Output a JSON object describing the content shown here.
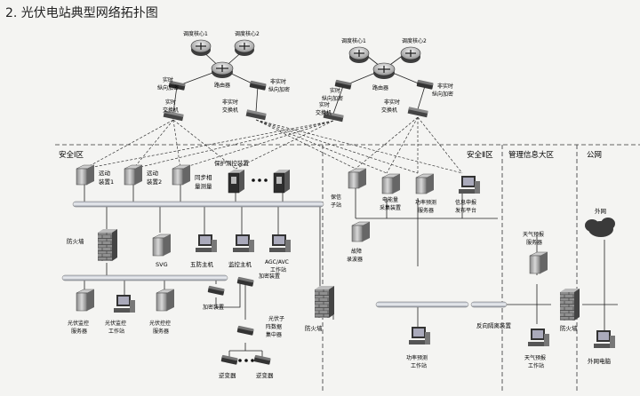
{
  "heading": "2. 光伏电站典型网络拓扑图",
  "zones": {
    "zone1": "安全Ⅰ区",
    "zone2": "安全Ⅱ区",
    "mgmt": "管理信息大区",
    "public": "公网"
  },
  "wan": {
    "left": {
      "core1": "调度核心1",
      "core2": "调度核心2",
      "router": "路由器",
      "rt_enc": [
        "实时",
        "纵向加密"
      ],
      "nrt_enc": [
        "非实时",
        "纵向加密"
      ],
      "rt_switch": [
        "实时",
        "交换机"
      ],
      "nrt_switch": [
        "非实时",
        "交换机"
      ]
    },
    "right": {
      "core1": "调度核心1",
      "core2": "调度核心2",
      "router": "路由器",
      "rt_enc": [
        "实时",
        "纵向加密"
      ],
      "nrt_enc": [
        "非实时",
        "纵向加密"
      ],
      "rt_switch": [
        "实时",
        "交换机"
      ],
      "nrt_switch": [
        "非实时",
        "交换机"
      ]
    }
  },
  "zone1": {
    "telemotion1": [
      "远动",
      "装置1"
    ],
    "telemotion2": [
      "远动",
      "装置2"
    ],
    "pmu": [
      "同步相",
      "量测量"
    ],
    "protection": "保护测控装置",
    "firewall": "防火墙",
    "svg": "SVG",
    "anti_error_host": "五防主机",
    "monitor_host": "监控主机",
    "agc_avc": [
      "AGC/AVC",
      "工作站"
    ],
    "pv_monitor_server": [
      "光伏监控",
      "服务器"
    ],
    "pv_monitor_ws": [
      "光伏监控",
      "工作站"
    ],
    "pv_control_server": [
      "光伏控控",
      "服务器"
    ],
    "encrypt_device": "加密装置",
    "encrypt_device2": "加密装置",
    "array_collector": [
      "光伏子",
      "阵数据",
      "集中器"
    ],
    "inverter1": "逆变器",
    "inverter2": "逆变器"
  },
  "zone2": {
    "relay_info": [
      "保信",
      "子站"
    ],
    "energy_meter": [
      "电能量",
      "采集装置"
    ],
    "power_forecast": [
      "功率预测",
      "服务器"
    ],
    "info_report": [
      "信息申报",
      "发布平台"
    ],
    "fault_recorder": [
      "故障",
      "录波器"
    ],
    "firewall": "防火墙",
    "forecast_ws": [
      "功率预测",
      "工作站"
    ]
  },
  "mgmt": {
    "weather_server": [
      "天气预报",
      "服务器"
    ],
    "weather_ws": [
      "天气预报",
      "工作站"
    ],
    "reverse_isolation": "反向隔离装置"
  },
  "public": {
    "internet": "外网",
    "firewall": "防火墙",
    "external_pc": "外网电脑"
  }
}
